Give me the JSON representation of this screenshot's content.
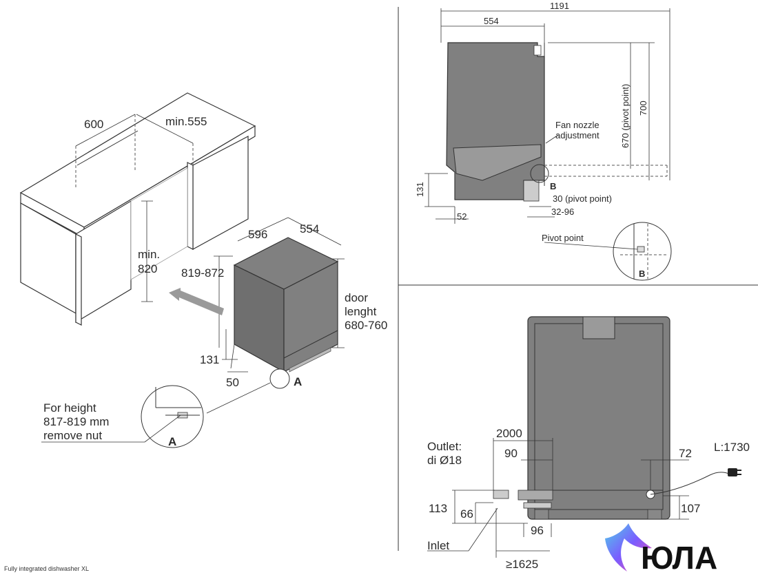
{
  "footer_text": "Fully integrated dishwasher XL",
  "brand": {
    "logo_text": "ЮЛА",
    "colors": [
      "#4fd1e8",
      "#7a5cff",
      "#ff4fa3"
    ]
  },
  "iso_view": {
    "width": "600",
    "depth_min": "min.555",
    "height_min_line1": "min.",
    "height_min_line2": "820",
    "appliance_width": "596",
    "appliance_depth": "554",
    "appliance_height": "819-872",
    "door_line1": "door",
    "door_line2": "lenght",
    "door_line3": "680-760",
    "plinth_height": "131",
    "plinth_depth": "50",
    "detail_marker": "A"
  },
  "detail_a": {
    "note_line1": "For height",
    "note_line2": "817-819 mm",
    "note_line3": "remove nut",
    "marker": "A"
  },
  "side_view": {
    "total_depth": "1191",
    "body_depth": "554",
    "height_700": "700",
    "pivot_height": "670 (pivot point)",
    "fan_line1": "Fan nozzle",
    "fan_line2": "adjustment",
    "plinth_height": "131",
    "foot_offset": "52",
    "pivot_offset": "30 (pivot point)",
    "door_gap": "32-96",
    "detail_marker": "B"
  },
  "detail_b": {
    "label": "Pivot point",
    "marker": "B"
  },
  "rear_view": {
    "outlet_line1": "Outlet:",
    "outlet_line2": "di Ø18",
    "outlet_length": "2000",
    "outlet_offset": "90",
    "power_offset": "72",
    "power_cable": "L:1730",
    "connection_height": "113",
    "inlet_height": "66",
    "power_height": "107",
    "inlet_offset": "96",
    "inlet_label": "Inlet",
    "inlet_length": "≥1625"
  }
}
